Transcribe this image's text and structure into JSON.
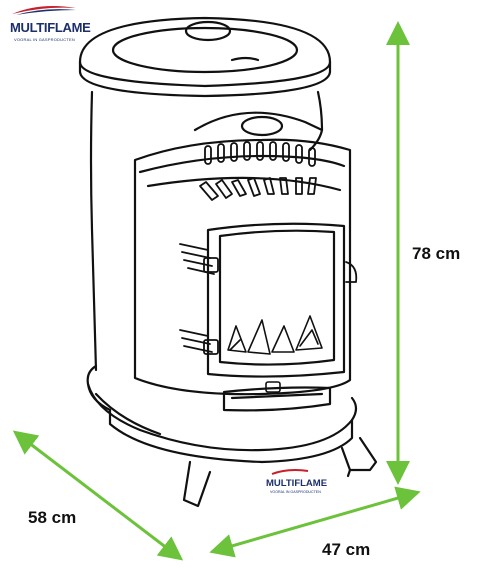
{
  "brand": {
    "name": "MULTIFLAME",
    "tagline": "VOORAL IN GASPRODUCTEN",
    "colors": {
      "navy": "#1b2f6b",
      "red": "#c8202b"
    }
  },
  "base_brand": {
    "name": "MULTIFLAME",
    "tagline": "VOORAL IN GASPRODUCTEN"
  },
  "dimensions": {
    "height": "78 cm",
    "depth": "58 cm",
    "width": "47 cm",
    "arrow_color": "#6cc23a"
  }
}
